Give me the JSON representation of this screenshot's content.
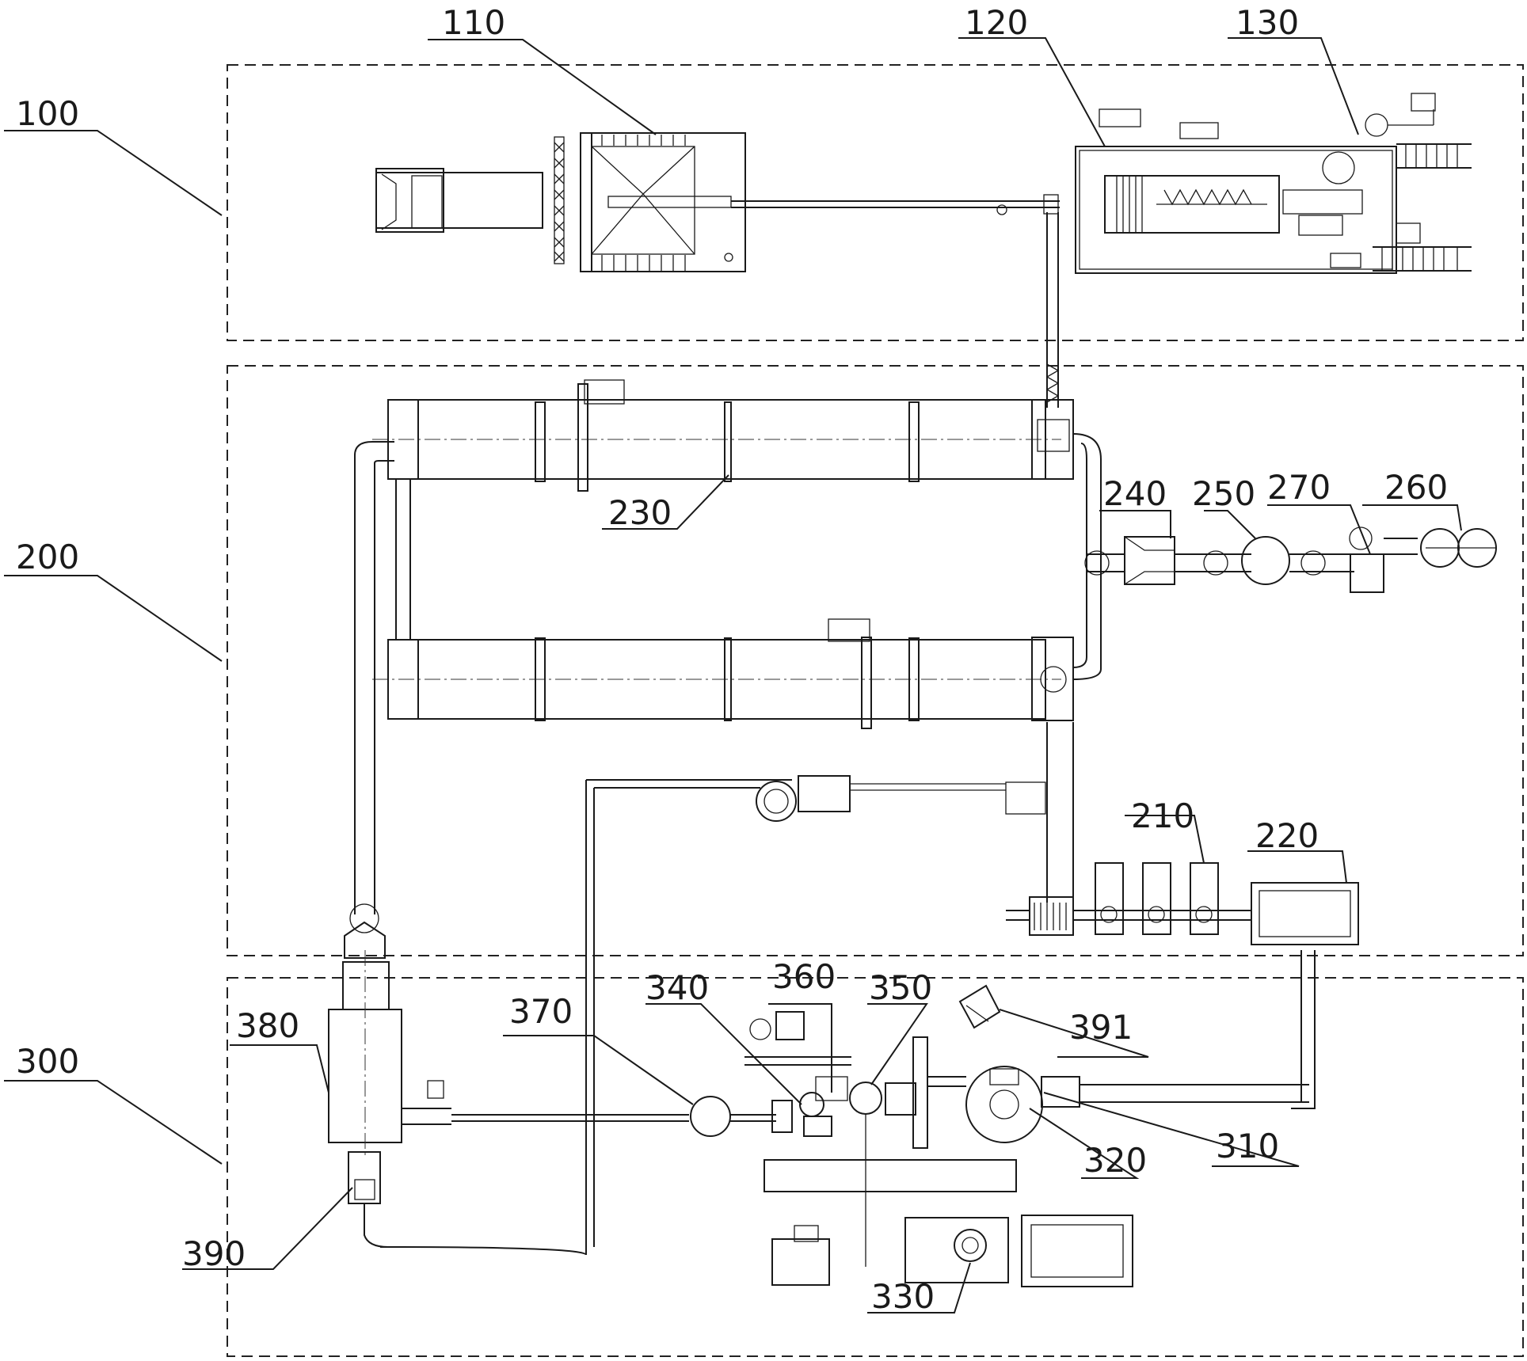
{
  "zones": [
    {
      "id": "zone-100",
      "label": "100"
    },
    {
      "id": "zone-200",
      "label": "200"
    },
    {
      "id": "zone-300",
      "label": "300"
    }
  ],
  "components": [
    {
      "id": "110",
      "label": "110"
    },
    {
      "id": "120",
      "label": "120"
    },
    {
      "id": "130",
      "label": "130"
    },
    {
      "id": "210",
      "label": "210"
    },
    {
      "id": "220",
      "label": "220"
    },
    {
      "id": "230",
      "label": "230"
    },
    {
      "id": "240",
      "label": "240"
    },
    {
      "id": "250",
      "label": "250"
    },
    {
      "id": "260",
      "label": "260"
    },
    {
      "id": "270",
      "label": "270"
    },
    {
      "id": "310",
      "label": "310"
    },
    {
      "id": "320",
      "label": "320"
    },
    {
      "id": "330",
      "label": "330"
    },
    {
      "id": "340",
      "label": "340"
    },
    {
      "id": "350",
      "label": "350"
    },
    {
      "id": "360",
      "label": "360"
    },
    {
      "id": "370",
      "label": "370"
    },
    {
      "id": "380",
      "label": "380"
    },
    {
      "id": "390",
      "label": "390"
    },
    {
      "id": "391",
      "label": "391"
    }
  ]
}
